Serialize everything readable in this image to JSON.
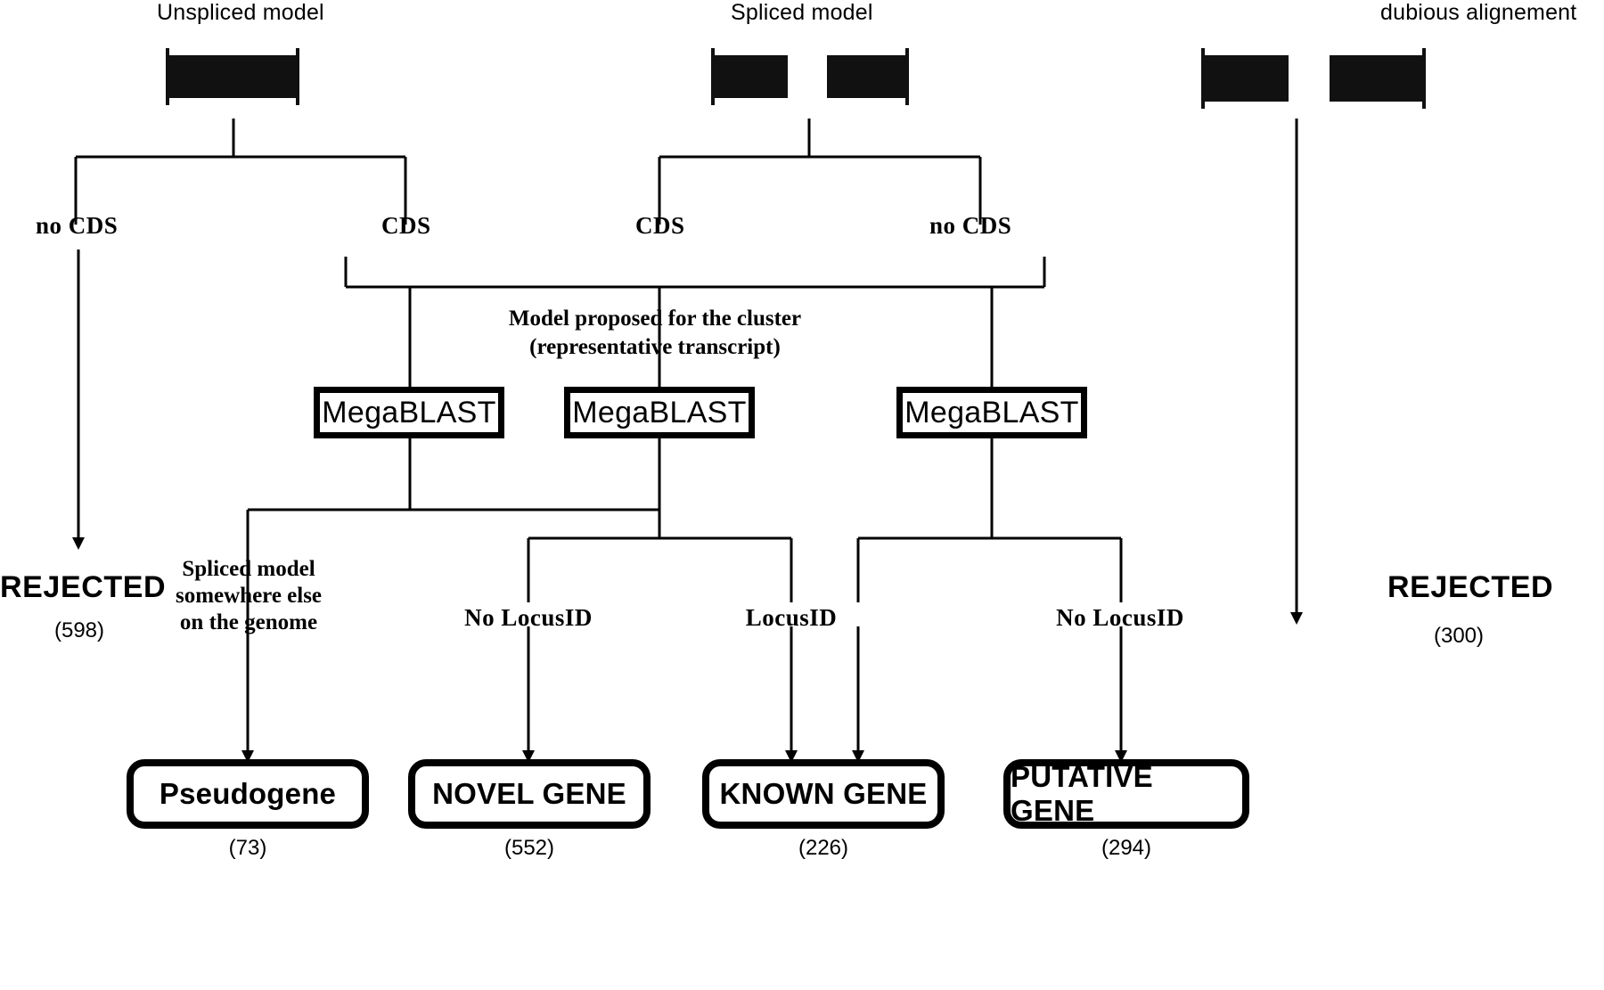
{
  "diagram": {
    "title": "Transcript model classification pipeline",
    "colors": {
      "ink": "#000000",
      "paper": "#ffffff"
    },
    "headers": [
      {
        "id": "unspliced",
        "label": "Unspliced model"
      },
      {
        "id": "spliced",
        "label": "Spliced model"
      },
      {
        "id": "dubious",
        "label": "dubious alignement"
      }
    ],
    "branch_labels": [
      {
        "id": "unspliced-no-cds",
        "label": "no CDS"
      },
      {
        "id": "unspliced-cds",
        "label": "CDS"
      },
      {
        "id": "spliced-cds",
        "label": "CDS"
      },
      {
        "id": "spliced-no-cds",
        "label": "no CDS"
      }
    ],
    "mid_note": {
      "line1": "Model  proposed for the cluster",
      "line2": "(representative transcript)"
    },
    "process_boxes": [
      {
        "id": "megablast-left",
        "label": "MegaBLAST"
      },
      {
        "id": "megablast-center",
        "label": "MegaBLAST"
      },
      {
        "id": "megablast-right",
        "label": "MegaBLAST"
      }
    ],
    "outcome_labels": [
      {
        "id": "spliced-elsewhere",
        "line1": "Spliced model",
        "line2": "somewhere else",
        "line3": "on the genome"
      },
      {
        "id": "no-locusid-left",
        "label": "No LocusID"
      },
      {
        "id": "locusid",
        "label": "LocusID"
      },
      {
        "id": "no-locusid-right",
        "label": "No LocusID"
      }
    ],
    "rejected": [
      {
        "id": "rejected-left",
        "label": "REJECTED",
        "count": "(598)"
      },
      {
        "id": "rejected-right",
        "label": "REJECTED",
        "count": "(300)"
      }
    ],
    "terminals": [
      {
        "id": "pseudogene",
        "label": "Pseudogene",
        "count": "(73)"
      },
      {
        "id": "novel-gene",
        "label": "NOVEL GENE",
        "count": "(552)"
      },
      {
        "id": "known-gene",
        "label": "KNOWN GENE",
        "count": "(226)"
      },
      {
        "id": "putative-gene",
        "label": "PUTATIVE GENE",
        "count": "(294)"
      }
    ],
    "model_glyphs": [
      {
        "id": "unspliced-model-glyph",
        "exons": 1,
        "intron": false
      },
      {
        "id": "spliced-model-glyph",
        "exons": 2,
        "intron": true
      },
      {
        "id": "dubious-model-glyph",
        "exons": 2,
        "intron": true
      }
    ]
  }
}
